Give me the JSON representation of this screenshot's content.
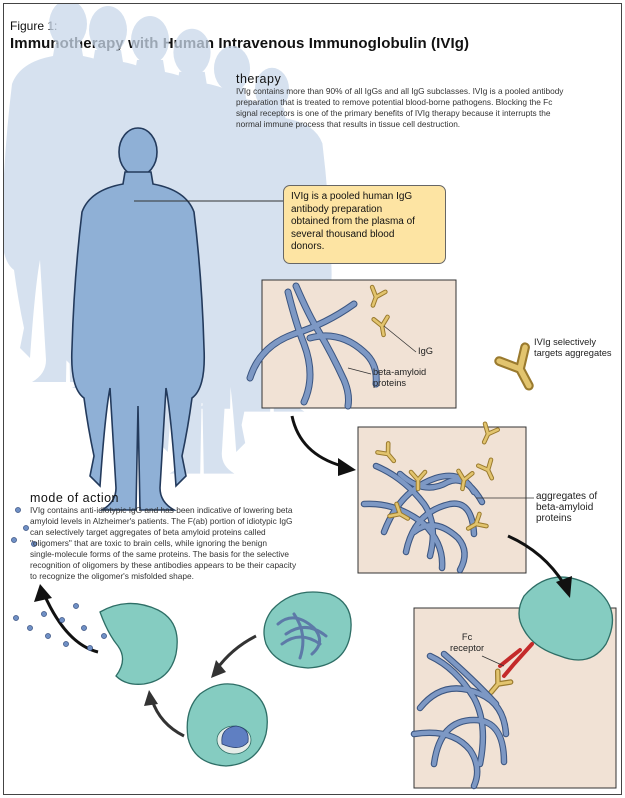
{
  "figure": {
    "label": "Figure 1:",
    "title": "Immunotherapy with Human Intravenous Immunoglobulin (IVIg)"
  },
  "therapy": {
    "heading": "therapy",
    "lines": [
      "IVIg contains more than 90% of all IgGs and all IgG subclasses. IVIg is a pooled antibody",
      "preparation that is treated to remove potential blood-borne pathogens. Blocking the Fc",
      "signal receptors is one of the primary benefits of IVIg therapy because it interrupts the",
      "normal immune process that results in tissue cell destruction."
    ]
  },
  "callout": {
    "lines": [
      "IVIg is a pooled human IgG",
      "antibody preparation",
      "obtained from the plasma of",
      "several thousand blood",
      "donors."
    ]
  },
  "labels": {
    "igg": "IgG",
    "beta_amyloid": [
      "beta-amyloid",
      "proteins"
    ],
    "selectively": [
      "IVIg selectively",
      "targets aggregates"
    ],
    "aggregates": [
      "aggregates of",
      "beta-amyloid",
      "proteins"
    ],
    "fc_receptor": [
      "Fc",
      "receptor"
    ]
  },
  "mode_of_action": {
    "heading": "mode of action",
    "lines": [
      "IVIg contains anti-idiotypic IgG and has been indicative of lowering beta",
      "amyloid levels in Alzheimer's patients. The F(ab) portion of idiotypic IgG",
      "can selectively target aggregates of beta amyloid proteins called",
      "\"oligomers\" that are toxic to brain cells, while ignoring the benign",
      "single-molecule forms of the same proteins. The basis for the selective",
      "recognition of oligomers by these antibodies appears to be their capacity",
      "to recognize the oligomer's misfolded shape."
    ]
  },
  "colors": {
    "donor_back": "#c9d8ea",
    "donor_front": "#8fb0d6",
    "panel_fill": "#f1e2d5",
    "protein": "#7d98c4",
    "antibody": "#d9b760",
    "macrophage": "#85ccc1",
    "receptor": "#c42a2a",
    "callout_fill": "#fde4a3"
  }
}
